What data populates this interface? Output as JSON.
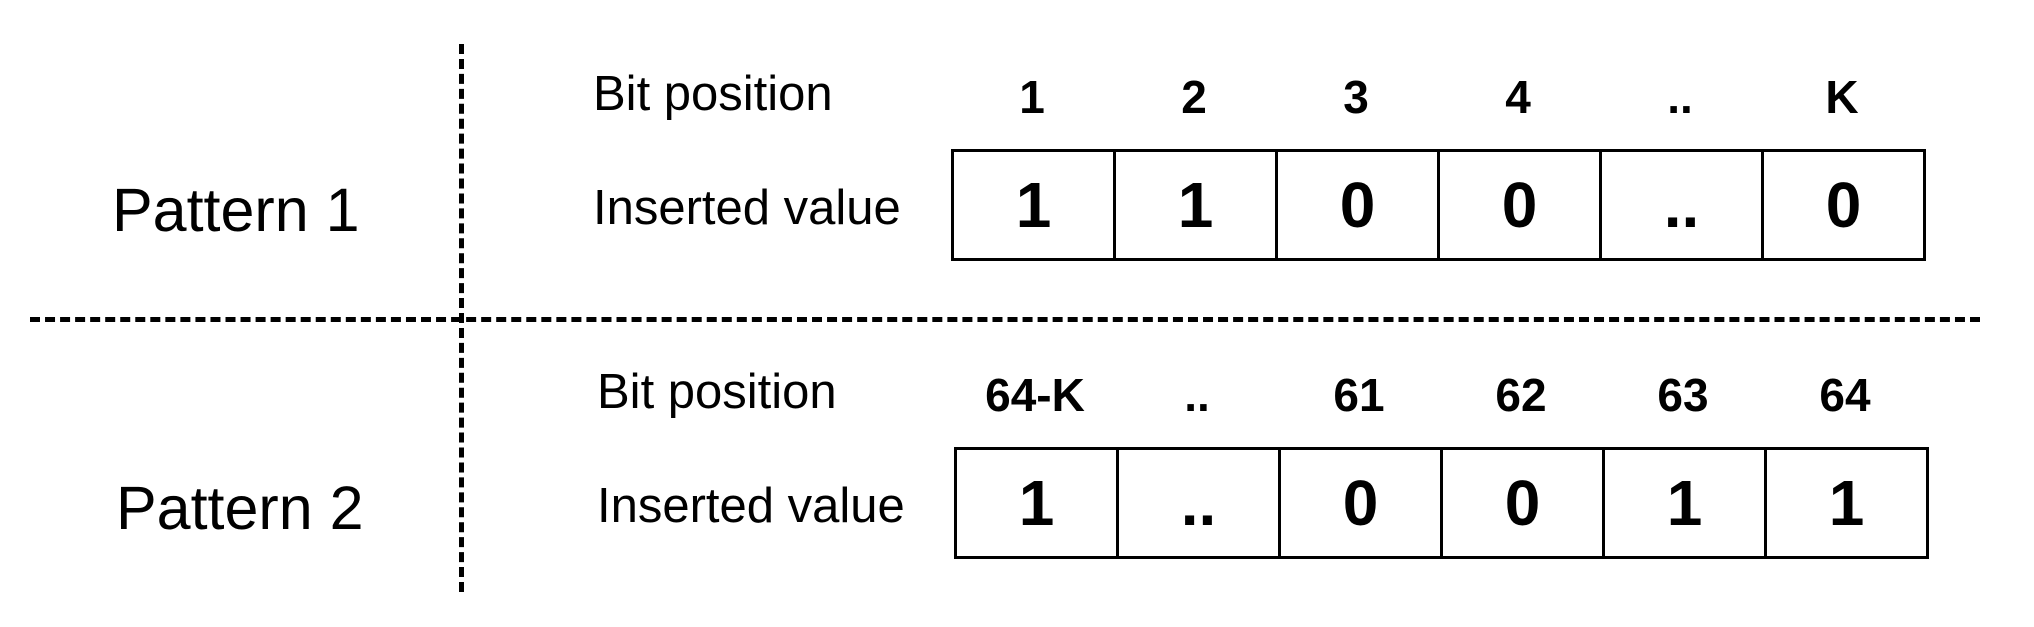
{
  "patterns": [
    {
      "label": "Pattern 1",
      "bit_position_label": "Bit position",
      "inserted_value_label": "Inserted value",
      "positions": [
        "1",
        "2",
        "3",
        "4",
        "..",
        "K"
      ],
      "values": [
        "1",
        "1",
        "0",
        "0",
        "..",
        "0"
      ]
    },
    {
      "label": "Pattern 2",
      "bit_position_label": "Bit position",
      "inserted_value_label": "Inserted value",
      "positions": [
        "64-K",
        "..",
        "61",
        "62",
        "63",
        "64"
      ],
      "values": [
        "1",
        "..",
        "0",
        "0",
        "1",
        "1"
      ]
    }
  ]
}
